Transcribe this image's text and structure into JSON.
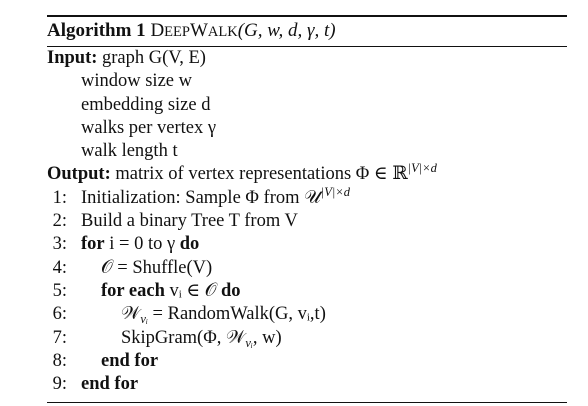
{
  "algorithm": {
    "label": "Algorithm 1",
    "name_first": "D",
    "name_rest1": "EEP",
    "name_mid": "W",
    "name_rest2": "ALK",
    "params": "(G, w, d, γ, t)"
  },
  "input": {
    "keyword": "Input:",
    "graph": "graph G(V, E)",
    "items": [
      "window size w",
      "embedding size d",
      "walks per vertex γ",
      "walk length t"
    ]
  },
  "output": {
    "keyword": "Output:",
    "text": "matrix of vertex representations Φ ∈ ℝ",
    "sup": "|V|×d"
  },
  "lines": [
    {
      "num": "1:",
      "text": "Initialization: Sample Φ from 𝒰",
      "sup": "|V|×d"
    },
    {
      "num": "2:",
      "text": "Build a binary Tree T from V"
    },
    {
      "num": "3:",
      "kw": "for",
      "text": " i = 0 to γ ",
      "kw2": "do"
    },
    {
      "num": "4:",
      "text": "𝒪 = Shuffle(V)"
    },
    {
      "num": "5:",
      "kw": "for each",
      "text": " vᵢ ∈ 𝒪 ",
      "kw2": "do"
    },
    {
      "num": "6:",
      "text": "𝒲",
      "sub": "vᵢ",
      "text2": " = RandomWalk(G, vᵢ,t)"
    },
    {
      "num": "7:",
      "text": "SkipGram(Φ, 𝒲",
      "sub": "vᵢ",
      "text2": ", w)"
    },
    {
      "num": "8:",
      "kw": "end for"
    },
    {
      "num": "9:",
      "kw": "end for"
    }
  ]
}
